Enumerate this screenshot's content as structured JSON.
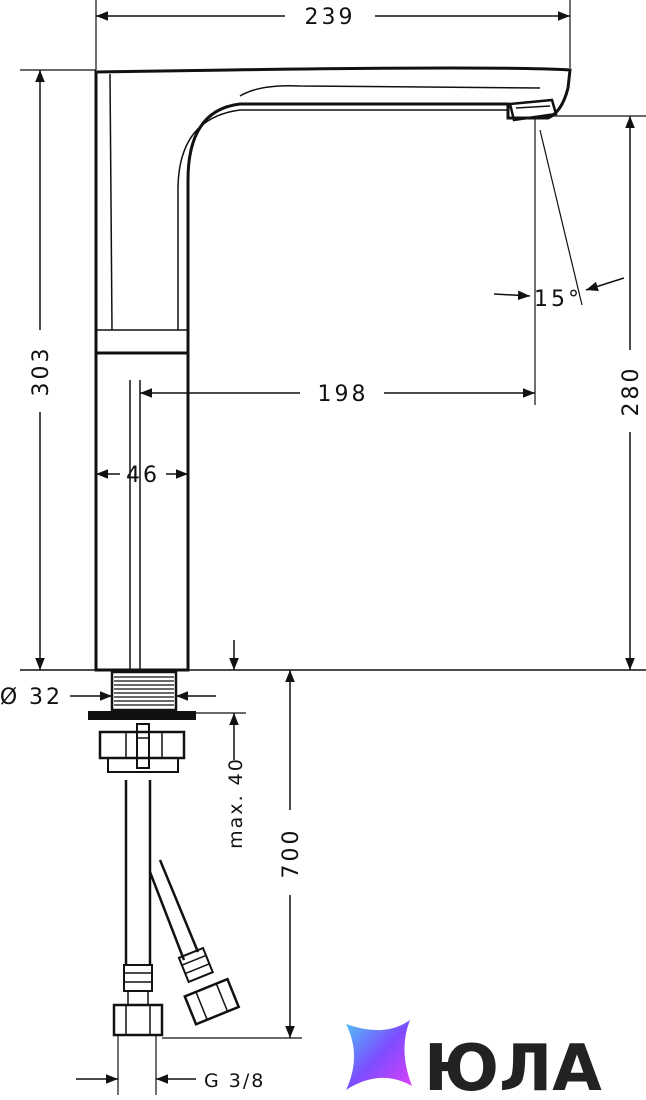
{
  "dimensions": {
    "width_total": "239",
    "height_total": "303",
    "outlet_height": "280",
    "spread": "198",
    "body_width": "46",
    "angle": "15°",
    "hole_diameter": "32",
    "diameter_symbol": "Ø",
    "counter_thickness": "max. 40",
    "hose_length": "700",
    "thread": "G 3/8"
  },
  "logo": {
    "text": "ЮЛА"
  },
  "colors": {
    "line": "#111111",
    "background": "#ffffff",
    "logo_text": "#222222",
    "logo_gradient": [
      "#4fc3f7",
      "#7c4dff",
      "#e040fb"
    ]
  }
}
